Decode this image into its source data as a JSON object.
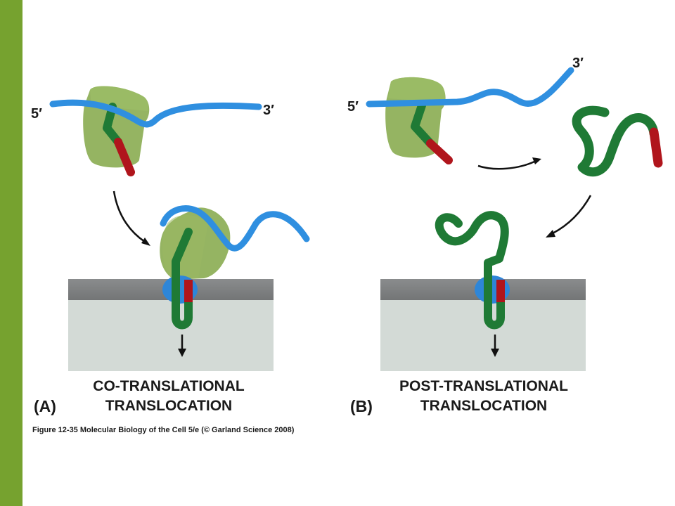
{
  "colors": {
    "side_bar": "#76a22f",
    "mrna": "#2f8fe0",
    "ribosome": "#8fb05a",
    "peptide": "#1f7a35",
    "signal_sequence": "#b0151c",
    "membrane_top": "#7f8182",
    "lumen": "#d3dad6",
    "translocon": "#2e86d8"
  },
  "panel_a": {
    "mrna_5prime": "5′",
    "mrna_3prime": "3′",
    "letter": "(A)",
    "title_line1": "CO-TRANSLATIONAL",
    "title_line2": "TRANSLOCATION"
  },
  "panel_b": {
    "mrna_5prime": "5′",
    "mrna_3prime": "3′",
    "letter": "(B)",
    "title_line1": "POST-TRANSLATIONAL",
    "title_line2": "TRANSLOCATION"
  },
  "caption": "Figure 12-35  Molecular Biology of the Cell 5/e (© Garland Science 2008)"
}
